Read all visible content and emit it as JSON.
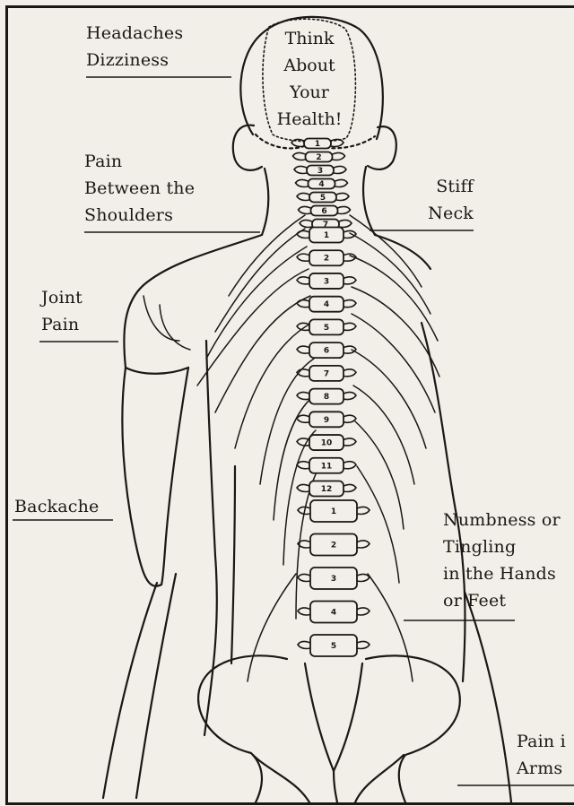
{
  "head_message": [
    "Think",
    "About",
    "Your",
    "Health!"
  ],
  "labels": {
    "headaches": [
      "Headaches",
      "Dizziness"
    ],
    "shoulders": [
      "Pain",
      "Between the",
      "Shoulders"
    ],
    "stiff_neck": [
      "Stiff",
      "Neck"
    ],
    "joint_pain": [
      "Joint",
      "Pain"
    ],
    "backache": [
      "Backache"
    ],
    "numbness": [
      "Numbness or",
      "Tingling",
      "in the Hands",
      "or Feet"
    ],
    "arms": [
      "Pain i",
      "Arms"
    ]
  },
  "vertebrae": {
    "cervical": [
      "1",
      "2",
      "3",
      "4",
      "5",
      "6",
      "7"
    ],
    "thoracic": [
      "1",
      "2",
      "3",
      "4",
      "5",
      "6",
      "7",
      "8",
      "9",
      "10",
      "11",
      "12"
    ],
    "lumbar": [
      "1",
      "2",
      "3",
      "4",
      "5"
    ]
  },
  "colors": {
    "ink": "#1a1816",
    "paper": "#f1efe7"
  }
}
